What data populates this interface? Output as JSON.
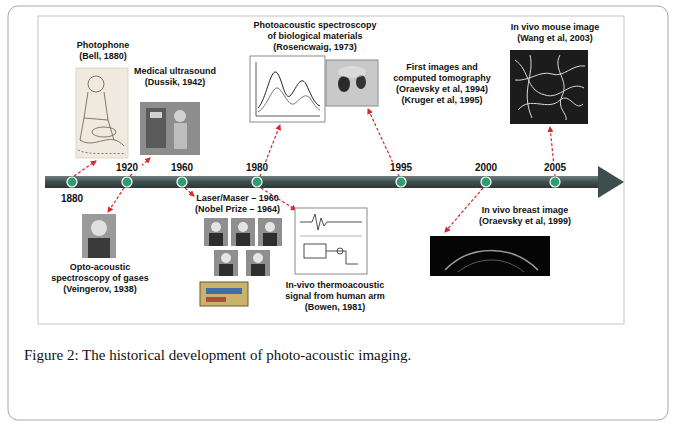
{
  "diagram": {
    "caption": "Figure 2: The historical development of photo-acoustic imaging.",
    "labels": [
      "Photophone (Bell, 1880)",
      "Photoacoustic spectroscopy of biological materials (Rosencwaig, 1973)",
      "In vivo mouse image (Wang et al, 2003)",
      "Medical ultrasound (Dussik, 1942)",
      "First images and computed tomography (Oraevsky et al, 1994) (Kruger et al, 1995)",
      "1880",
      "1920",
      "1960",
      "1980",
      "1995",
      "2000",
      "2005",
      "Laser/Maser – 1960 (Nobel Prize – 1964)",
      "In vivo breast image (Oraevsky et al, 1999)",
      "Opto-acoustic spectroscopy of gases (Veingerov, 1938)",
      "In-vivo thermoacoustic signal from human arm (Bowen, 1981)"
    ]
  }
}
